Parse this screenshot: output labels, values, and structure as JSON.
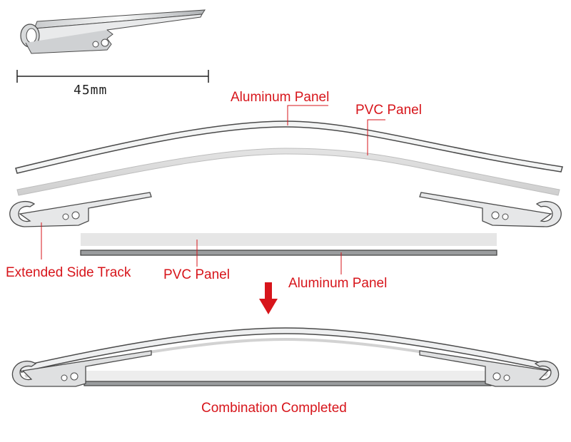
{
  "dimension": {
    "value": "45mm"
  },
  "labels": {
    "aluminum_top": "Aluminum Panel",
    "pvc_top": "PVC Panel",
    "side_track": "Extended Side Track",
    "pvc_bottom": "PVC Panel",
    "aluminum_bottom": "Aluminum Panel",
    "result": "Combination Completed"
  },
  "colors": {
    "label": "#d7151b",
    "arrow": "#d7151b",
    "outline": "#4a4a4a",
    "aluminum_fill": "#f3f4f4",
    "pvc_fill": "#dcdcdc",
    "track_fill": "#e6e7e8"
  }
}
